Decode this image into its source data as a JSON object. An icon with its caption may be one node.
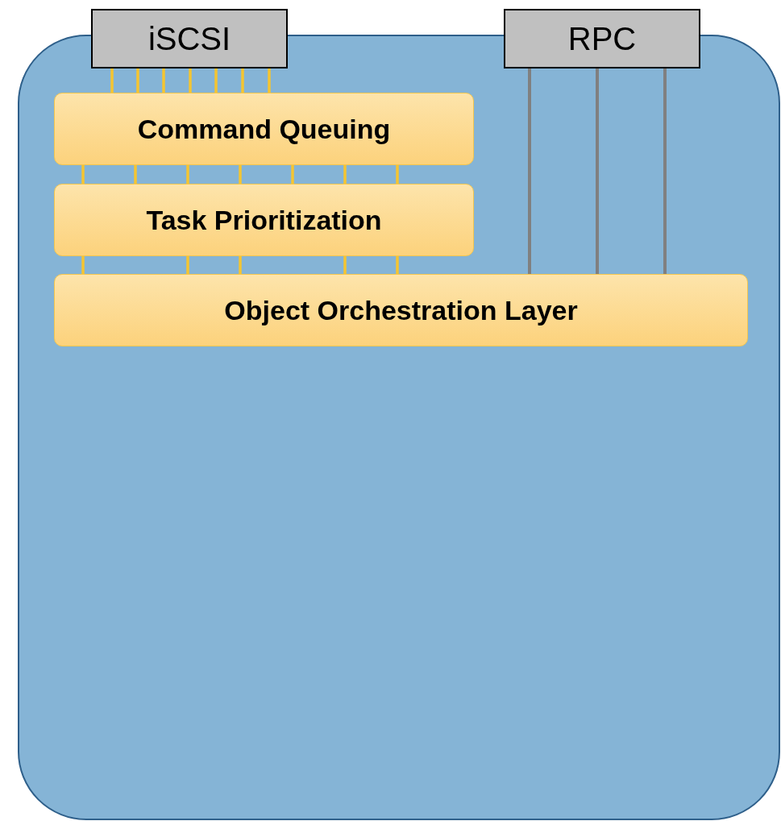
{
  "diagram": {
    "nodes": [
      {
        "text": [],
        "shape": "box"
      },
      {
        "text": [
          "iSCSI"
        ]
      },
      {
        "text": [
          "RPC"
        ]
      },
      {
        "text": [
          "Command Queuing"
        ],
        "in": 0
      },
      {
        "text": [
          "Task Prioritization"
        ],
        "in": 0
      },
      {
        "text": [
          "Object Orchestration Layer"
        ],
        "in": 0
      }
    ],
    "edges": [
      {
        "from": 1,
        "to": 3,
        "arrow": "none"
      },
      {
        "from": 1,
        "to": 3,
        "arrow": "none"
      },
      {
        "from": 1,
        "to": 3,
        "arrow": "none"
      },
      {
        "from": 1,
        "to": 3,
        "arrow": "none"
      },
      {
        "from": 1,
        "to": 3,
        "arrow": "none"
      },
      {
        "from": 1,
        "to": 3,
        "arrow": "none"
      },
      {
        "from": 1,
        "to": 3,
        "arrow": "none"
      },
      {
        "from": 3,
        "to": 4,
        "arrow": "none"
      },
      {
        "from": 3,
        "to": 4,
        "arrow": "none"
      },
      {
        "from": 3,
        "to": 4,
        "arrow": "none"
      },
      {
        "from": 3,
        "to": 4,
        "arrow": "none"
      },
      {
        "from": 3,
        "to": 4,
        "arrow": "none"
      },
      {
        "from": 3,
        "to": 4,
        "arrow": "none"
      },
      {
        "from": 3,
        "to": 4,
        "arrow": "none"
      },
      {
        "from": 4,
        "to": 5,
        "arrow": "none"
      },
      {
        "from": 4,
        "to": 5,
        "arrow": "none"
      },
      {
        "from": 4,
        "to": 5,
        "arrow": "none"
      },
      {
        "from": 4,
        "to": 5,
        "arrow": "none"
      },
      {
        "from": 4,
        "to": 5,
        "arrow": "none"
      },
      {
        "from": 2,
        "to": 5,
        "arrow": "none",
        "color": "#808080"
      },
      {
        "from": 2,
        "to": 5,
        "arrow": "none",
        "color": "#808080"
      },
      {
        "from": 2,
        "to": 5,
        "arrow": "none",
        "color": "#808080"
      }
    ]
  }
}
